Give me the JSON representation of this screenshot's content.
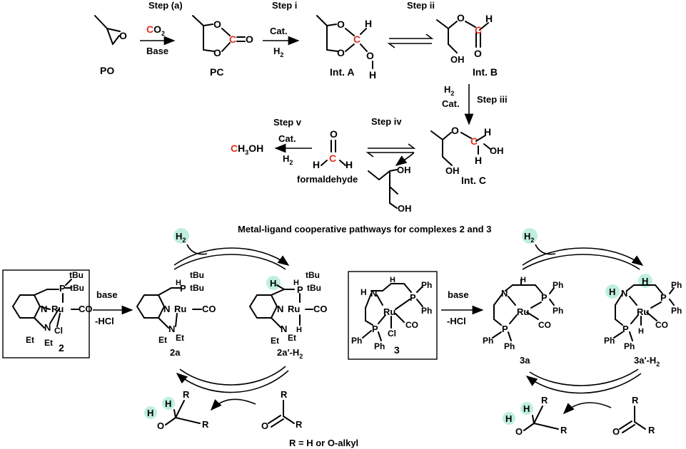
{
  "top_scheme": {
    "steps": {
      "a": "Step (a)",
      "i": "Step i",
      "ii": "Step ii",
      "iii": "Step iii",
      "iv": "Step iv",
      "v": "Step v"
    },
    "reagents": {
      "co2_c": "C",
      "co2_o": "O",
      "co2_sub": "2",
      "base": "Base",
      "cat": "Cat.",
      "h2_h": "H",
      "h2_sub": "2"
    },
    "compounds": {
      "po": "PO",
      "pc": "PC",
      "int_a": "Int. A",
      "int_b": "Int. B",
      "int_c": "Int. C",
      "formaldehyde": "formaldehyde"
    },
    "atoms": {
      "o": "O",
      "c": "C",
      "h": "H",
      "oh": "OH"
    },
    "methanol": {
      "c": "C",
      "h3": "H",
      "sub3": "3",
      "oh": "OH"
    }
  },
  "bottom_scheme": {
    "title": "Metal-ligand cooperative pathways for complexes 2 and 3",
    "reagents": {
      "base": "base",
      "hcl": "-HCl",
      "h2_h": "H",
      "h2_sub": "2"
    },
    "complex_labels": {
      "c2": "2",
      "c2a": "2a",
      "c2a_h2": "2a'-H",
      "c2a_h2_sub": "2",
      "c3": "3",
      "c3a": "3a",
      "c3a_h2": "3a'-H",
      "c3a_h2_sub": "2"
    },
    "atoms": {
      "ru": "Ru",
      "co": "CO",
      "p": "P",
      "n": "N",
      "cl": "Cl",
      "h": "H",
      "et": "Et",
      "tbu": "tBu",
      "ph": "Ph",
      "o": "O",
      "r": "R"
    },
    "footnote": "R = H or O-alkyl"
  },
  "colors": {
    "highlight_red": "#e0301e",
    "highlight_teal": "#bfeee0"
  }
}
